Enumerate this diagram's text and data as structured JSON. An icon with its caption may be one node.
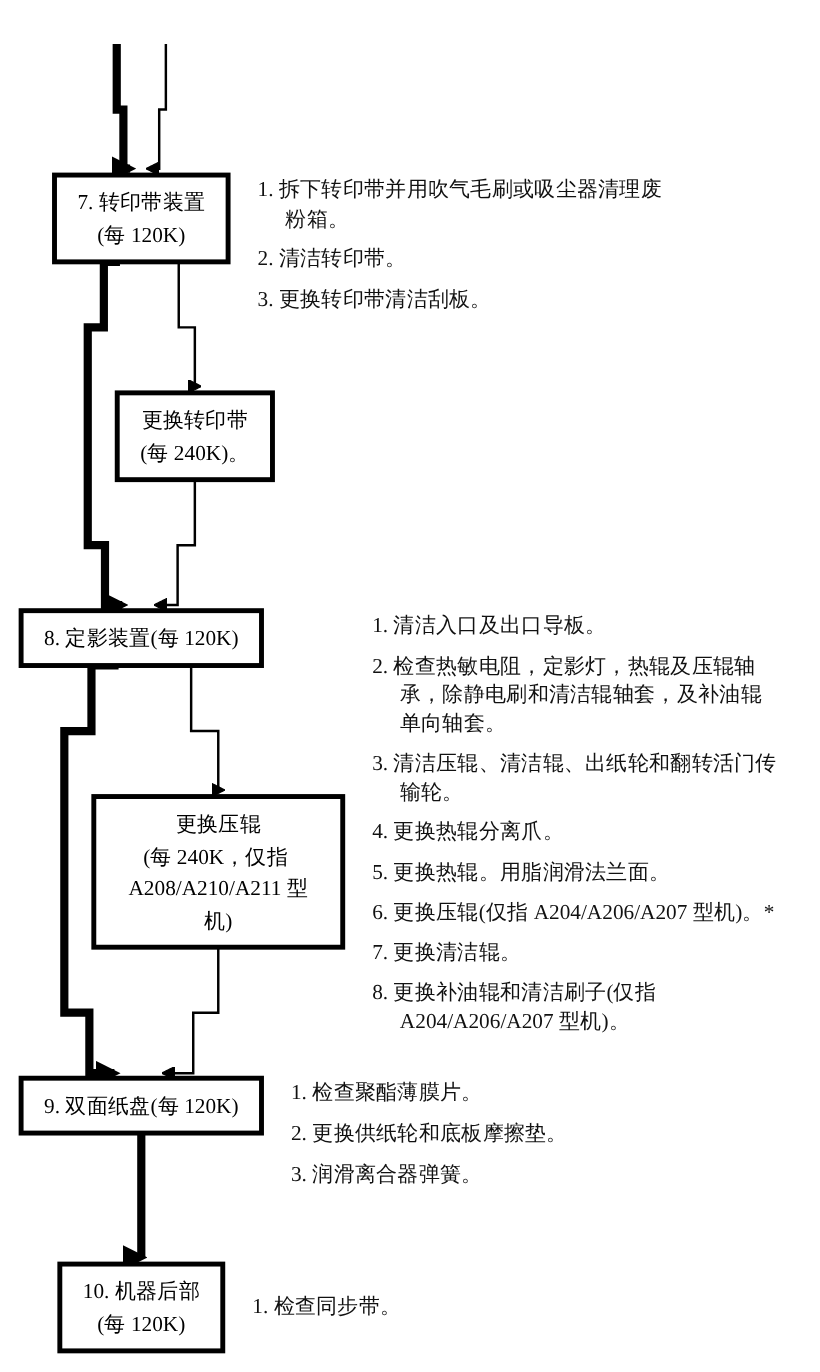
{
  "diagram": {
    "nodes": [
      {
        "text": [
          "7. 转印带装置",
          "(每 120K)"
        ],
        "beside": [
          "1. 拆下转印带并用吹气毛刷或吸尘器清理废粉箱。",
          "2. 清洁转印带。",
          "3. 更换转印带清洁刮板。"
        ]
      },
      {
        "text": [
          "更换转印带",
          "(每 240K)。"
        ]
      },
      {
        "text": [
          "8. 定影装置(每 120K)"
        ],
        "beside": [
          "1. 清洁入口及出口导板。",
          "2. 检查热敏电阻，定影灯，热辊及压辊轴承，除静电刷和清洁辊轴套，及补油辊单向轴套。",
          "3. 清洁压辊、清洁辊、出纸轮和翻转活门传输轮。",
          "4. 更换热辊分离爪。",
          "5. 更换热辊。用脂润滑法兰面。",
          "6. 更换压辊(仅指 A204/A206/A207 型机)。*",
          "7. 更换清洁辊。",
          "8. 更换补油辊和清洁刷子(仅指 A204/A206/A207 型机)。"
        ]
      },
      {
        "text": [
          "更换压辊",
          "(每 240K，仅指 A208/A210/A211 型机)"
        ]
      },
      {
        "text": [
          "9. 双面纸盘(每 120K)"
        ],
        "beside": [
          "1. 检查聚酯薄膜片。",
          "2. 更换供纸轮和底板摩擦垫。",
          "3. 润滑离合器弹簧。"
        ]
      },
      {
        "text": [
          "10. 机器后部",
          "(每 120K)"
        ],
        "beside": [
          "1. 检查同步带。"
        ]
      }
    ],
    "edges": [
      {
        "from": null,
        "to": 0,
        "arrow": "to",
        "style": "thick"
      },
      {
        "from": null,
        "to": 0,
        "arrow": "to"
      },
      {
        "from": 0,
        "to": 2,
        "arrow": "to",
        "style": "thick"
      },
      {
        "from": 0,
        "to": 1,
        "arrow": "to"
      },
      {
        "from": 1,
        "to": 2,
        "arrow": "to"
      },
      {
        "from": 2,
        "to": 4,
        "arrow": "to",
        "style": "thick"
      },
      {
        "from": 2,
        "to": 3,
        "arrow": "to"
      },
      {
        "from": 3,
        "to": 4,
        "arrow": "to"
      },
      {
        "from": 4,
        "to": 5,
        "arrow": "to",
        "style": "thick"
      }
    ]
  }
}
